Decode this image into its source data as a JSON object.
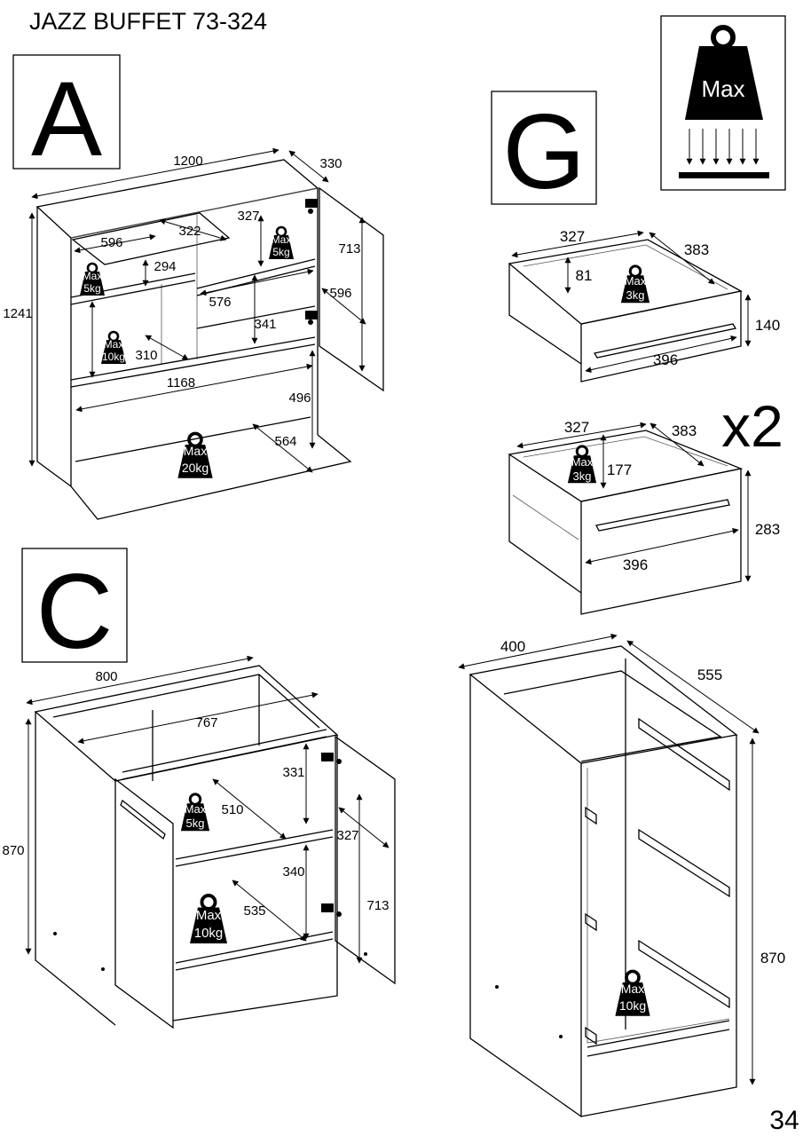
{
  "title": "JAZZ BUFFET 73-324",
  "page_number": "34",
  "max_symbol": {
    "label": "Max",
    "icon": "weight-max-icon"
  },
  "section_a": {
    "letter": "A",
    "dims": {
      "width": "1200",
      "depth": "330",
      "height": "1241",
      "shelf_top_width": "596",
      "shelf_top_depth": "322",
      "top_gap": "327",
      "door_height": "713",
      "gap_294": "294",
      "inner_576": "576",
      "door_width": "596",
      "gap_341": "341",
      "depth_310": "310",
      "inner_width": "1168",
      "bottom_height": "496",
      "bottom_depth": "564"
    },
    "loads": {
      "load_5kg_left": [
        "Max",
        "5kg"
      ],
      "load_5kg_right": [
        "Max",
        "5kg"
      ],
      "load_10kg": [
        "Max",
        "10kg"
      ],
      "load_20kg": [
        "Max",
        "20kg"
      ]
    }
  },
  "section_g": {
    "letter": "G",
    "drawer_small": {
      "width": "327",
      "depth": "383",
      "inner_height": "81",
      "front_width": "396",
      "front_height": "140",
      "load": [
        "Max",
        "3kg"
      ]
    },
    "drawer_large": {
      "width": "327",
      "depth": "383",
      "inner_height": "177",
      "front_width": "396",
      "front_height": "283",
      "load": [
        "Max",
        "3kg"
      ],
      "quantity": "x2"
    },
    "carcass": {
      "width": "400",
      "depth": "555",
      "height": "870",
      "load": [
        "Max",
        "10kg"
      ]
    }
  },
  "section_c": {
    "letter": "C",
    "dims": {
      "width": "800",
      "inner_width": "767",
      "shelf_gap": "331",
      "shelf_depth": "510",
      "door_width": "327",
      "height": "870",
      "lower_gap": "340",
      "bottom_depth": "535",
      "door_height": "713"
    },
    "loads": {
      "load_5kg": [
        "Max",
        "5kg"
      ],
      "load_10kg": [
        "Max",
        "10kg"
      ]
    }
  }
}
